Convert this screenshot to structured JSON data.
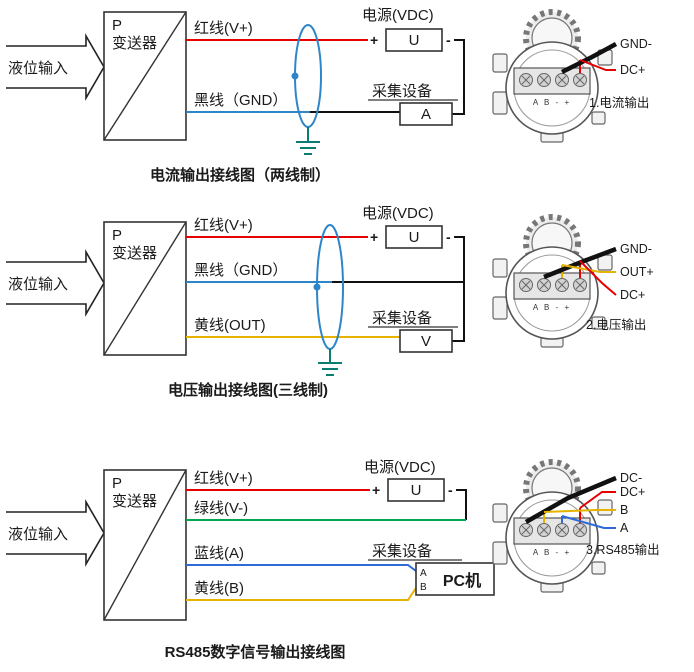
{
  "colors": {
    "red": "#e60000",
    "black": "#111111",
    "blue_wire": "#2e86c8",
    "deep_blue": "#2e6bd6",
    "yellow": "#e6b400",
    "green": "#00a651",
    "shield": "#2e86c8",
    "ground": "#0a7d72"
  },
  "sections": [
    {
      "input_label": "液位输入",
      "transmitter_p": "P",
      "transmitter_name": "变送器",
      "wires": [
        "红线(V+)",
        "黑线（GND）"
      ],
      "power_title": "电源(VDC)",
      "power_unit": "U",
      "plus": "+",
      "minus": "-",
      "collector_title": "采集设备",
      "collector_unit": "A",
      "caption": "电流输出接线图（两线制）",
      "right_labels": [
        "GND-",
        "DC+"
      ],
      "right_caption": "1.电流输出",
      "terminal_marks": "A B - +"
    },
    {
      "input_label": "液位输入",
      "transmitter_p": "P",
      "transmitter_name": "变送器",
      "wires": [
        "红线(V+)",
        "黑线（GND）",
        "黄线(OUT)"
      ],
      "power_title": "电源(VDC)",
      "power_unit": "U",
      "plus": "+",
      "minus": "-",
      "collector_title": "采集设备",
      "collector_unit": "V",
      "caption": "电压输出接线图(三线制)",
      "right_labels": [
        "GND-",
        "OUT+",
        "DC+"
      ],
      "right_caption": "2.电压输出",
      "terminal_marks": "A B - +"
    },
    {
      "input_label": "液位输入",
      "transmitter_p": "P",
      "transmitter_name": "变送器",
      "wires": [
        "红线(V+)",
        "绿线(V-)",
        "蓝线(A)",
        "黄线(B)"
      ],
      "power_title": "电源(VDC)",
      "power_unit": "U",
      "plus": "+",
      "minus": "-",
      "collector_title": "采集设备",
      "collector_unit": "PC机",
      "port_a": "A",
      "port_b": "B",
      "caption": "RS485数字信号输出接线图",
      "right_labels": [
        "DC-",
        "DC+",
        "B",
        "A"
      ],
      "right_caption": "3.RS485输出",
      "terminal_marks": "A B - +"
    }
  ]
}
